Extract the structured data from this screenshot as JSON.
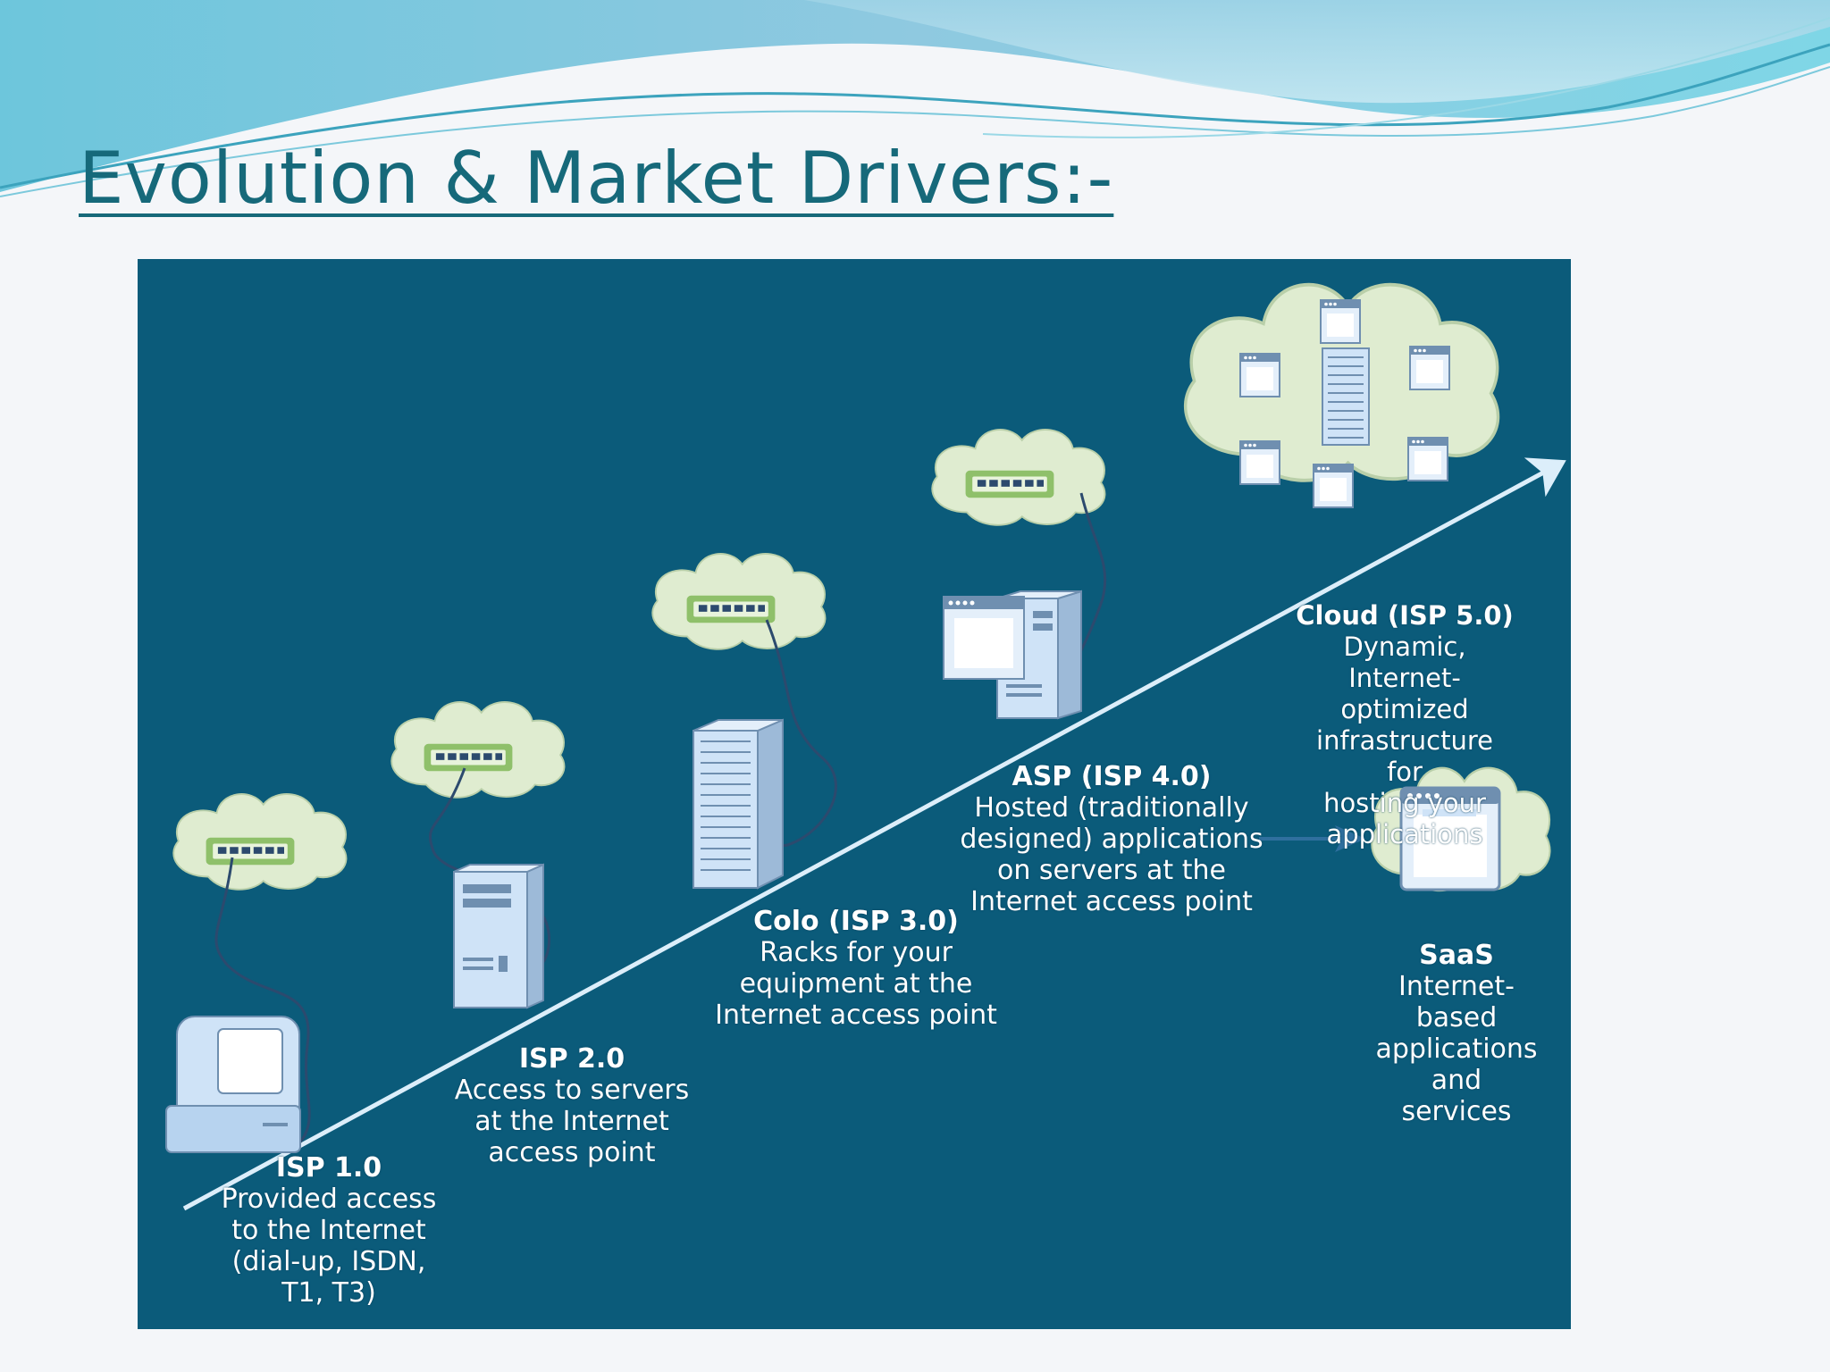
{
  "slide": {
    "title": "Evolution & Market Drivers:-",
    "colors": {
      "background": "#f4f6f9",
      "title": "#16697a",
      "panel": "#0b5b7a",
      "cloud": "#dfecd0",
      "switch": "#8fc06a",
      "device": "#cfe3f7",
      "arrow": "#dceefa"
    }
  },
  "diagram": {
    "stages": [
      {
        "title": "ISP 1.0",
        "description": "Provided access\nto the Internet\n(dial-up, ISDN,\nT1, T3)",
        "icon": "desktop-computer-icon"
      },
      {
        "title": "ISP 2.0",
        "description": "Access to servers\nat the Internet\naccess point",
        "icon": "tower-server-icon"
      },
      {
        "title": "Colo (ISP 3.0)",
        "description": "Racks for your\nequipment at the\nInternet access point",
        "icon": "server-rack-icon"
      },
      {
        "title": "ASP (ISP 4.0)",
        "description": "Hosted (traditionally\ndesigned) applications\non servers at the\nInternet access point",
        "icon": "application-server-icon"
      },
      {
        "title": "Cloud (ISP 5.0)",
        "description": "Dynamic, Internet-\noptimized infrastructure for\nhosting your applications",
        "icon": "cloud-datacenter-icon"
      },
      {
        "title": "SaaS",
        "description": "Internet-based\napplications and\nservices",
        "icon": "saas-window-icon"
      }
    ]
  }
}
